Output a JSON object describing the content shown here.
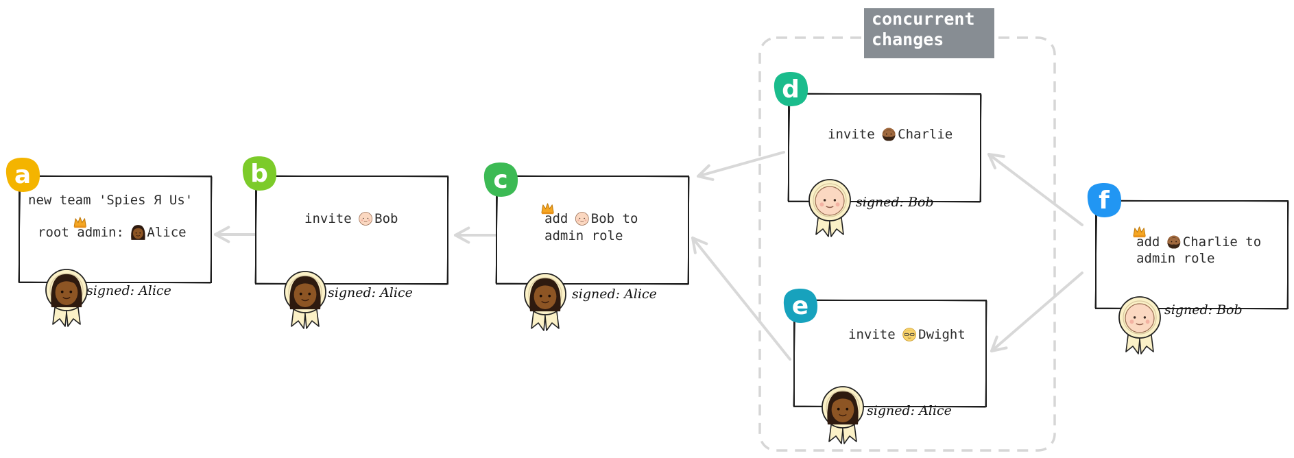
{
  "group": {
    "title_lines": [
      "concurrent",
      "changes"
    ]
  },
  "colors": {
    "a": "#f4b400",
    "b": "#7ccb2a",
    "c": "#3cba54",
    "d": "#1abc8c",
    "e": "#17a2bd",
    "f": "#2196f3",
    "arrow": "#d8d8d8",
    "group_label_bg": "#878d93",
    "crown": "#f5a623"
  },
  "nodes": [
    {
      "id": "a",
      "letter": "a",
      "lines": [
        [
          {
            "t": "new team 'Spies Я Us'"
          }
        ],
        [
          {
            "t": "root "
          },
          {
            "icon": "crown"
          },
          {
            "t": "admin: "
          },
          {
            "icon": "alice-face"
          },
          {
            "t": "Alice"
          }
        ]
      ],
      "signer": "alice",
      "signed_label": "signed: Alice"
    },
    {
      "id": "b",
      "letter": "b",
      "lines": [
        [
          {
            "t": "invite "
          },
          {
            "icon": "bob-face"
          },
          {
            "t": "Bob"
          }
        ]
      ],
      "signer": "alice",
      "signed_label": "signed: Alice"
    },
    {
      "id": "c",
      "letter": "c",
      "lines": [
        [
          {
            "icon": "crown"
          },
          {
            "t": "add "
          },
          {
            "icon": "bob-face"
          },
          {
            "t": "Bob to"
          }
        ],
        [
          {
            "t": "admin role"
          }
        ]
      ],
      "signer": "alice",
      "signed_label": "signed: Alice"
    },
    {
      "id": "d",
      "letter": "d",
      "lines": [
        [
          {
            "t": "invite "
          },
          {
            "icon": "charlie-face"
          },
          {
            "t": "Charlie"
          }
        ]
      ],
      "signer": "bob",
      "signed_label": "signed: Bob"
    },
    {
      "id": "e",
      "letter": "e",
      "lines": [
        [
          {
            "t": "invite "
          },
          {
            "icon": "dwight-face"
          },
          {
            "t": "Dwight"
          }
        ]
      ],
      "signer": "alice",
      "signed_label": "signed: Alice"
    },
    {
      "id": "f",
      "letter": "f",
      "lines": [
        [
          {
            "icon": "crown"
          },
          {
            "t": "add "
          },
          {
            "icon": "charlie-face"
          },
          {
            "t": "Charlie to"
          }
        ],
        [
          {
            "t": "admin role"
          }
        ]
      ],
      "signer": "bob",
      "signed_label": "signed: Bob"
    }
  ],
  "edges": [
    {
      "from": "b",
      "to": "a"
    },
    {
      "from": "c",
      "to": "b"
    },
    {
      "from": "d",
      "to": "c"
    },
    {
      "from": "e",
      "to": "c"
    },
    {
      "from": "f",
      "to": "d"
    },
    {
      "from": "f",
      "to": "e"
    }
  ]
}
